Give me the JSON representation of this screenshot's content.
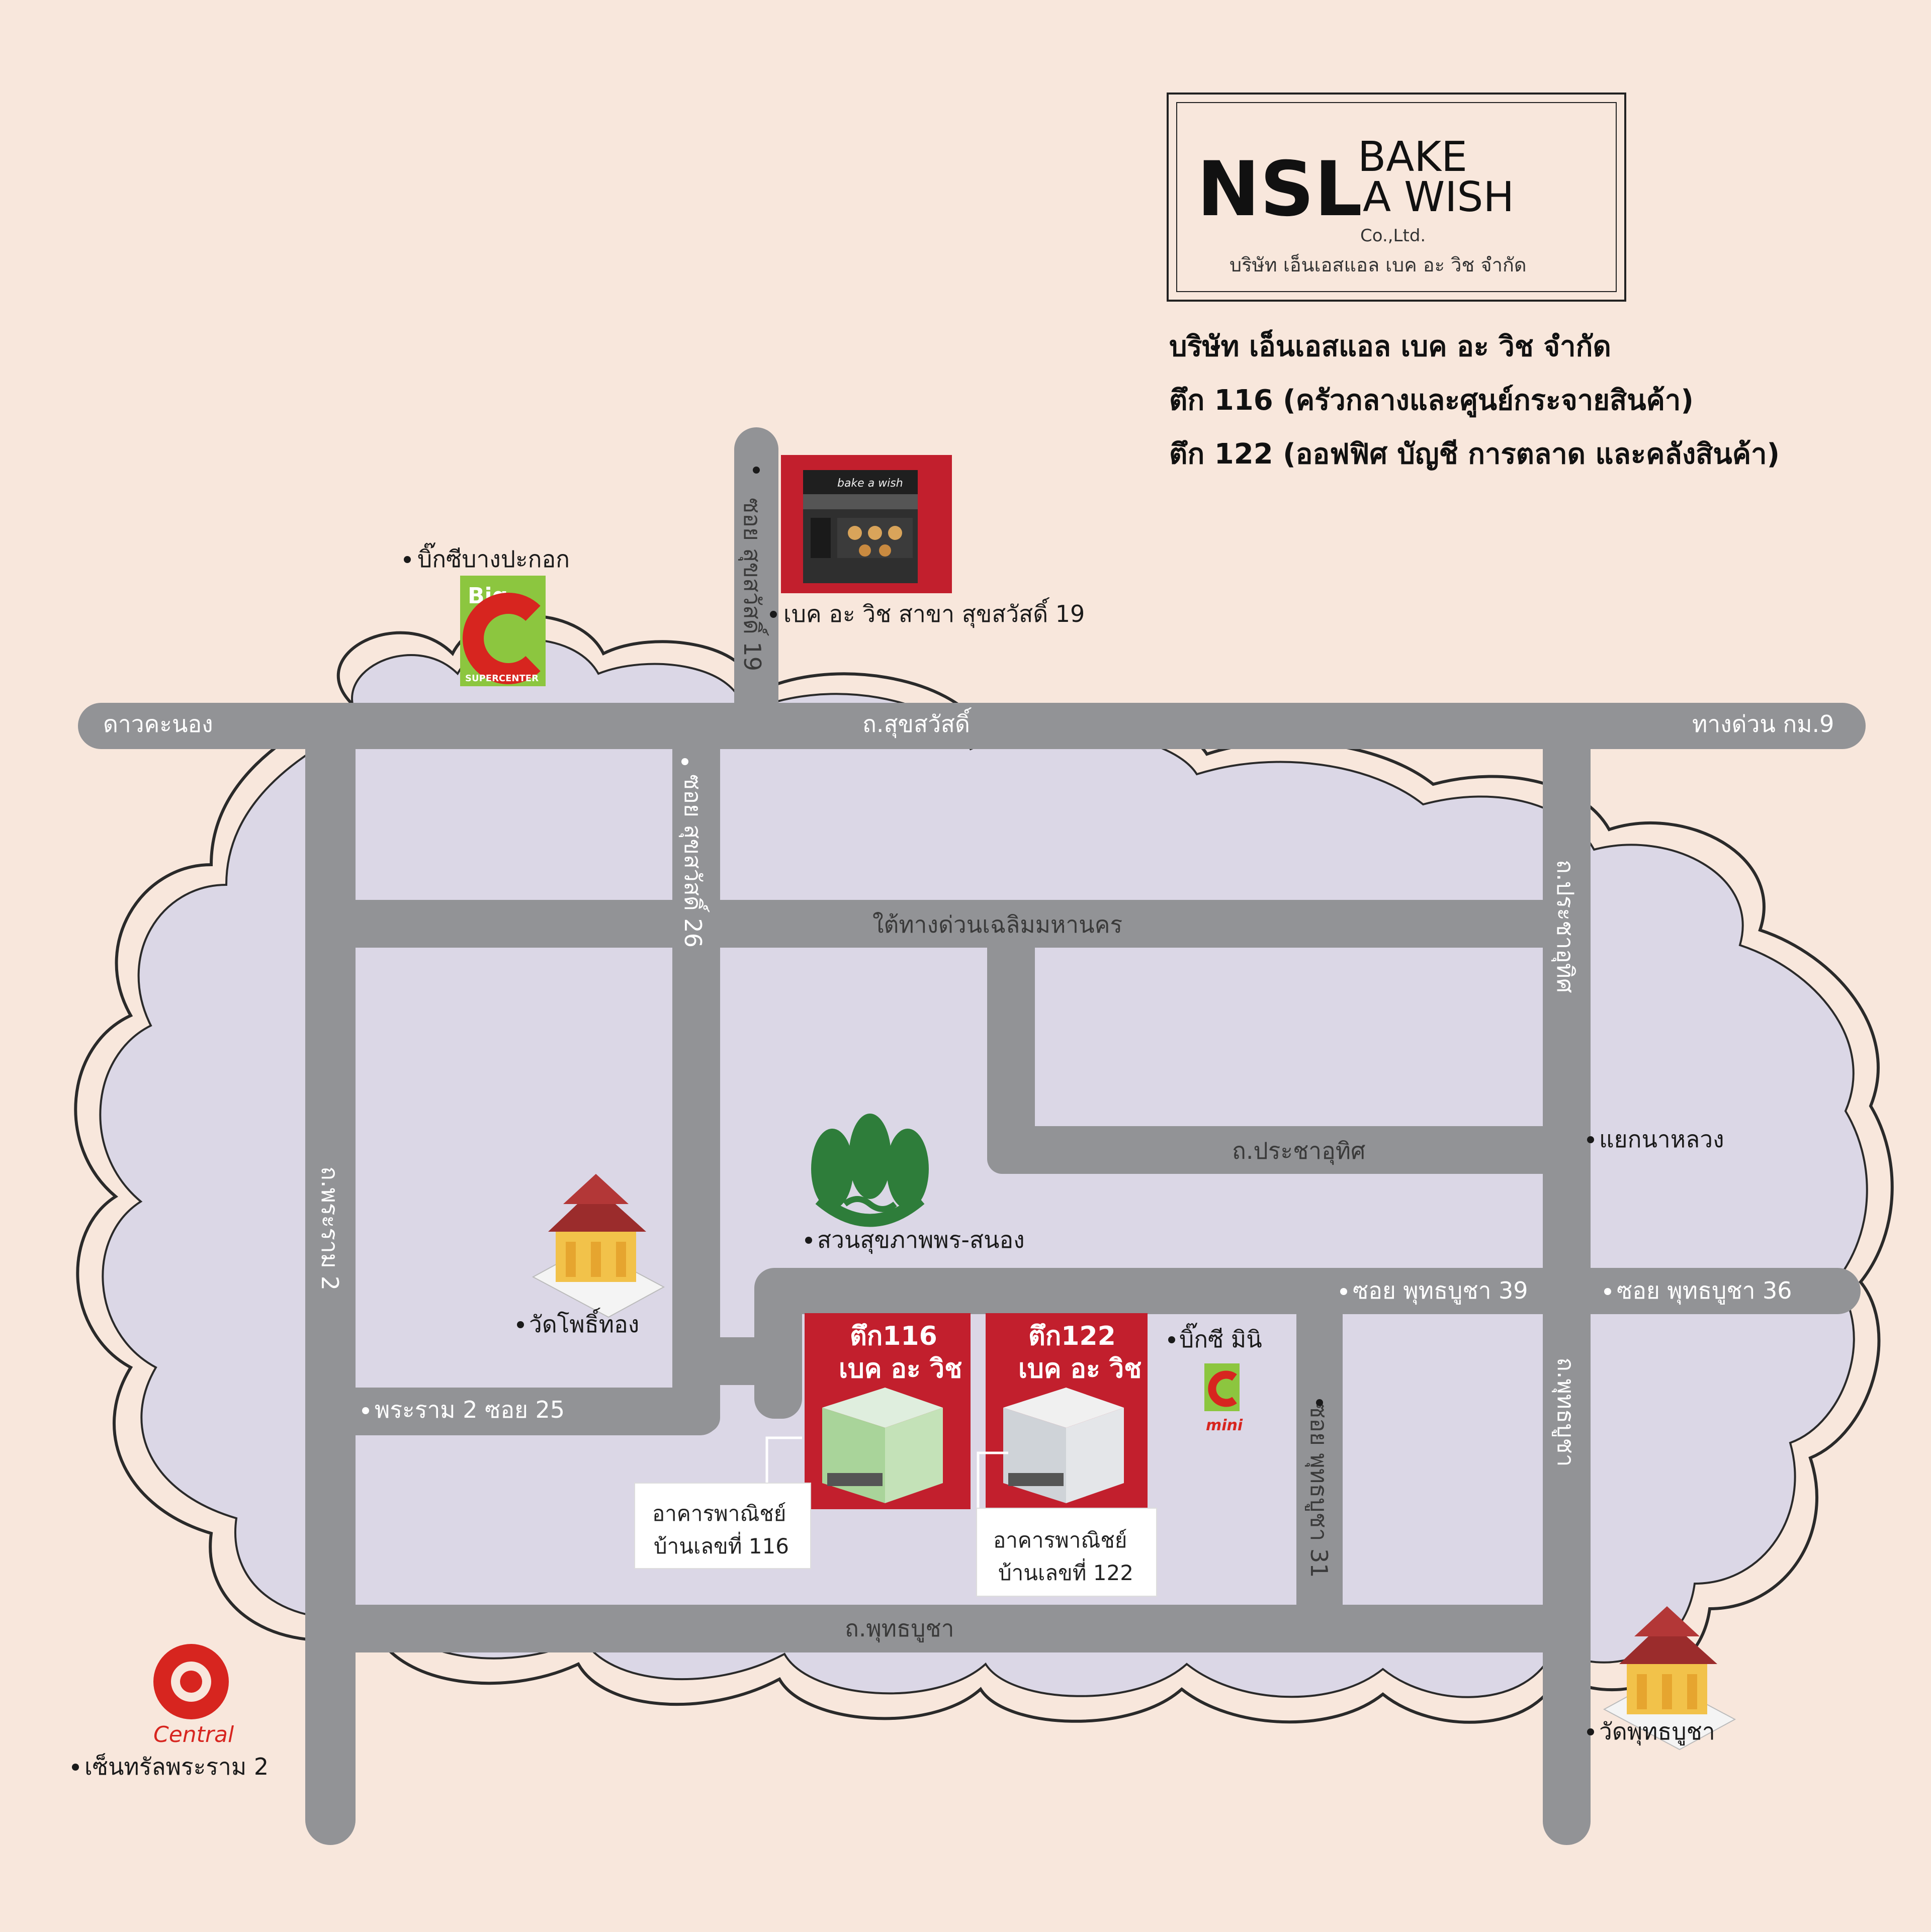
{
  "logo": {
    "brand_nsl": "NSL",
    "brand_bake": "BAKE",
    "brand_wish": "A WISH",
    "company_suffix": "Co.,Ltd.",
    "company_thai": "บริษัท เอ็นเอสแอล เบค อะ วิช จำกัด"
  },
  "header": {
    "line1": "บริษัท เอ็นเอสแอล เบค อะ วิช จำกัด",
    "line2": "ตึก 116 (ครัวกลางและศูนย์กระจายสินค้า)",
    "line3": "ตึก 122 (ออฟฟิศ บัญชี การตลาด และคลังสินค้า)"
  },
  "roads": {
    "dao_khanong": "ดาวคะนอง",
    "sukhsawat": "ถ.สุขสวัสดิ์",
    "expressway_km9": "ทางด่วน กม.9",
    "soi_sukhsawat_19": "ซอย สุขสวัสดิ์ 19",
    "soi_sukhsawat_26": "ซอย สุขสวัสดิ์ 26",
    "under_expressway": "ใต้ทางด่วนเฉลิมมหานคร",
    "pracha_uthit_v": "ถ.ประชาอุทิศ",
    "pracha_uthit_h": "ถ.ประชาอุทิศ",
    "rama2": "ถ.พระราม 2",
    "rama2_soi25": "พระราม 2 ซอย 25",
    "soi_phutthabucha_39": "ซอย พุทธบูชา 39",
    "soi_phutthabucha_36": "ซอย พุทธบูชา 36",
    "soi_phutthabucha_31": "ซอย พุทธบูชา 31",
    "phutthabucha_v": "ถ.พุทธบูชา",
    "phutthabucha_h": "ถ.พุทธบูชา"
  },
  "pois": {
    "bigc_bangpakok": "บิ๊กซีบางปะกอก",
    "bigc_big": "Big",
    "bigc_supercenter": "SUPERCENTER",
    "bake_branch": "เบค อะ วิช สาขา สุขสวัสดิ์ 19",
    "park": "สวนสุขภาพพร-สนอง",
    "wat_pho_thong": "วัดโพธิ์ทอง",
    "yaek_na_luang": "แยกนาหลวง",
    "bigc_mini": "บิ๊กซี มินิ",
    "bigc_mini_word": "mini",
    "central_rama2": "เซ็นทรัลพระราม 2",
    "central_word": "Central",
    "wat_phutthabucha": "วัดพุทธบูชา",
    "shop_sign": "bake a wish"
  },
  "buildings": {
    "b116_title1": "ตึก116",
    "b116_title2": "เบค อะ วิช",
    "b116_caption1": "อาคารพาณิชย์",
    "b116_caption2": "บ้านเลขที่ 116",
    "b122_title1": "ตึก122",
    "b122_title2": "เบค อะ วิช",
    "b122_caption1": "อาคารพาณิชย์",
    "b122_caption2": "บ้านเลขที่ 122"
  },
  "colors": {
    "background": "#f8e7dc",
    "cloud": "#dbd7e6",
    "road": "#929396",
    "brand_red": "#c21f2d",
    "bigc_green": "#8cc63f",
    "park_green": "#2e7d3a"
  }
}
